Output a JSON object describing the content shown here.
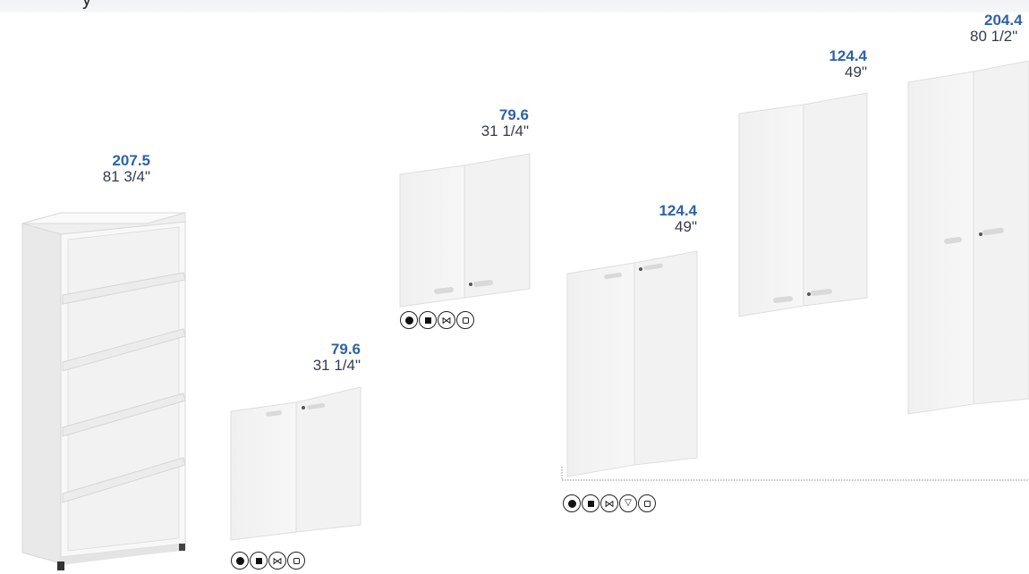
{
  "header": {
    "partial_label": "y"
  },
  "products": [
    {
      "id": "bookcase",
      "metric": "207.5",
      "imperial": "81 3/4\""
    },
    {
      "id": "low-doors",
      "metric": "79.6",
      "imperial": "31 1/4\"",
      "finishes": [
        "filled-circle-icon",
        "filled-square-icon",
        "bowtie-icon",
        "open-square-icon"
      ]
    },
    {
      "id": "mid-doors",
      "metric": "79.6",
      "imperial": "31 1/4\"",
      "finishes": [
        "filled-circle-icon",
        "filled-square-icon",
        "bowtie-icon",
        "open-square-icon"
      ]
    },
    {
      "id": "tall-doors-a",
      "metric": "124.4",
      "imperial": "49\"",
      "finishes": [
        "filled-circle-icon",
        "filled-square-icon",
        "bowtie-icon",
        "triangle-down-icon",
        "open-square-icon"
      ]
    },
    {
      "id": "tall-doors-b",
      "metric": "124.4",
      "imperial": "49\""
    },
    {
      "id": "full-doors",
      "metric": "204.4",
      "imperial": "80 1/2\""
    }
  ],
  "colors": {
    "accent": "#2f62a8",
    "text": "#333c4a",
    "panel": "#f4f4f4",
    "edge": "#d8d8d8"
  }
}
